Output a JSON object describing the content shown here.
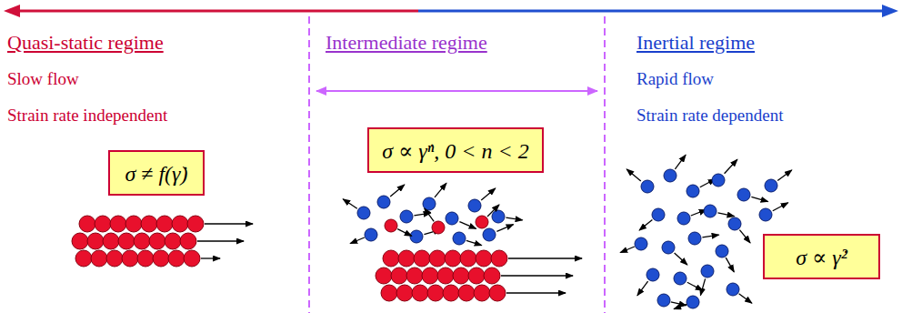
{
  "diagram": {
    "nodes": [
      {
        "text": [
          "σ ≠ f(γ̇)"
        ]
      },
      {
        "text": [
          "σ ∝ γ̇ⁿ, 0 < n < 2"
        ]
      },
      {
        "text": [
          "σ ∝ γ̇²"
        ]
      }
    ],
    "labels": [
      "Quasi-static regime",
      "Slow flow",
      "Strain rate independent",
      "Intermediate regime",
      "Inertial regime",
      "Rapid flow",
      "Strain rate dependent"
    ]
  }
}
